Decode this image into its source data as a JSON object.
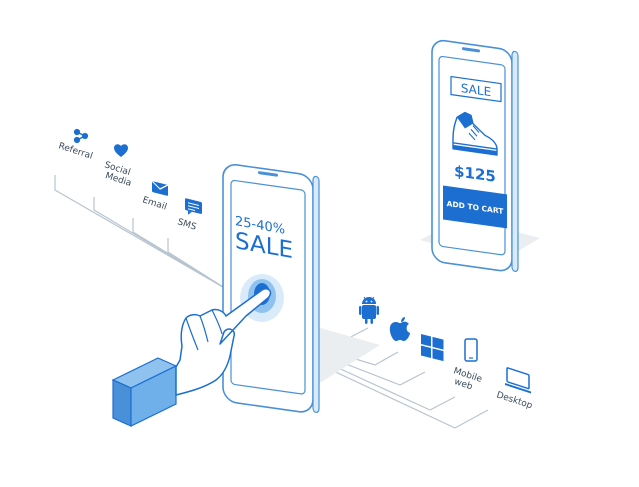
{
  "colors": {
    "primary": "#1c6fd1",
    "accent_light": "#d9ebfb",
    "outline": "#4a90d9",
    "line_gray": "#b8c4cf",
    "shadow": "#ebeef1"
  },
  "channels": [
    {
      "label": "Referral",
      "icon": "share-icon"
    },
    {
      "label": "Social Media",
      "icon": "heart-icon"
    },
    {
      "label": "Email",
      "icon": "envelope-icon"
    },
    {
      "label": "SMS",
      "icon": "chat-bubble-icon"
    }
  ],
  "main_phone": {
    "discount_text": "25-40%",
    "sale_text": "SALE"
  },
  "product_phone": {
    "sale_text": "SALE",
    "price": "$125",
    "cta_label": "ADD TO CART",
    "product_icon": "sneaker-icon"
  },
  "platforms": [
    {
      "label": "",
      "icon": "android-icon"
    },
    {
      "label": "",
      "icon": "apple-icon"
    },
    {
      "label": "",
      "icon": "windows-icon"
    },
    {
      "label": "Mobile web",
      "icon": "mobile-phone-icon"
    },
    {
      "label": "Desktop",
      "icon": "laptop-icon"
    }
  ]
}
